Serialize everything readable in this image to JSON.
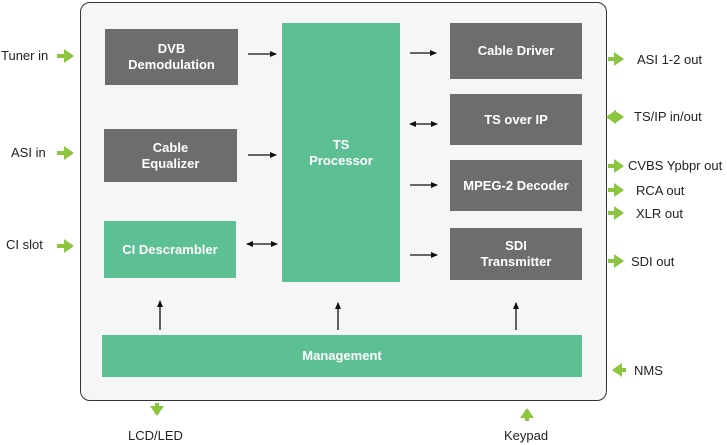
{
  "blocks": {
    "dvb": "DVB\nDemodulation",
    "equalizer": "Cable\nEqualizer",
    "descrambler": "CI Descrambler",
    "ts_processor": "TS\nProcessor",
    "cable_driver": "Cable Driver",
    "ts_over_ip": "TS over IP",
    "mpeg2_decoder": "MPEG-2 Decoder",
    "sdi_transmitter": "SDI\nTransmitter",
    "management": "Management"
  },
  "inputs": {
    "tuner": "Tuner in",
    "asi": "ASI in",
    "ci_slot": "CI slot"
  },
  "outputs": {
    "asi_out": "ASI 1-2 out",
    "tsip": "TS/IP in/out",
    "cvbs": "CVBS Ypbpr out",
    "rca": "RCA out",
    "xlr": "XLR out",
    "sdi_out": "SDI out",
    "nms": "NMS"
  },
  "bottom": {
    "lcd": "LCD/LED",
    "keypad": "Keypad"
  },
  "colors": {
    "gray_block": "#6d6d6d",
    "green_block": "#5dbf94",
    "external_arrow": "#8cc63f"
  }
}
